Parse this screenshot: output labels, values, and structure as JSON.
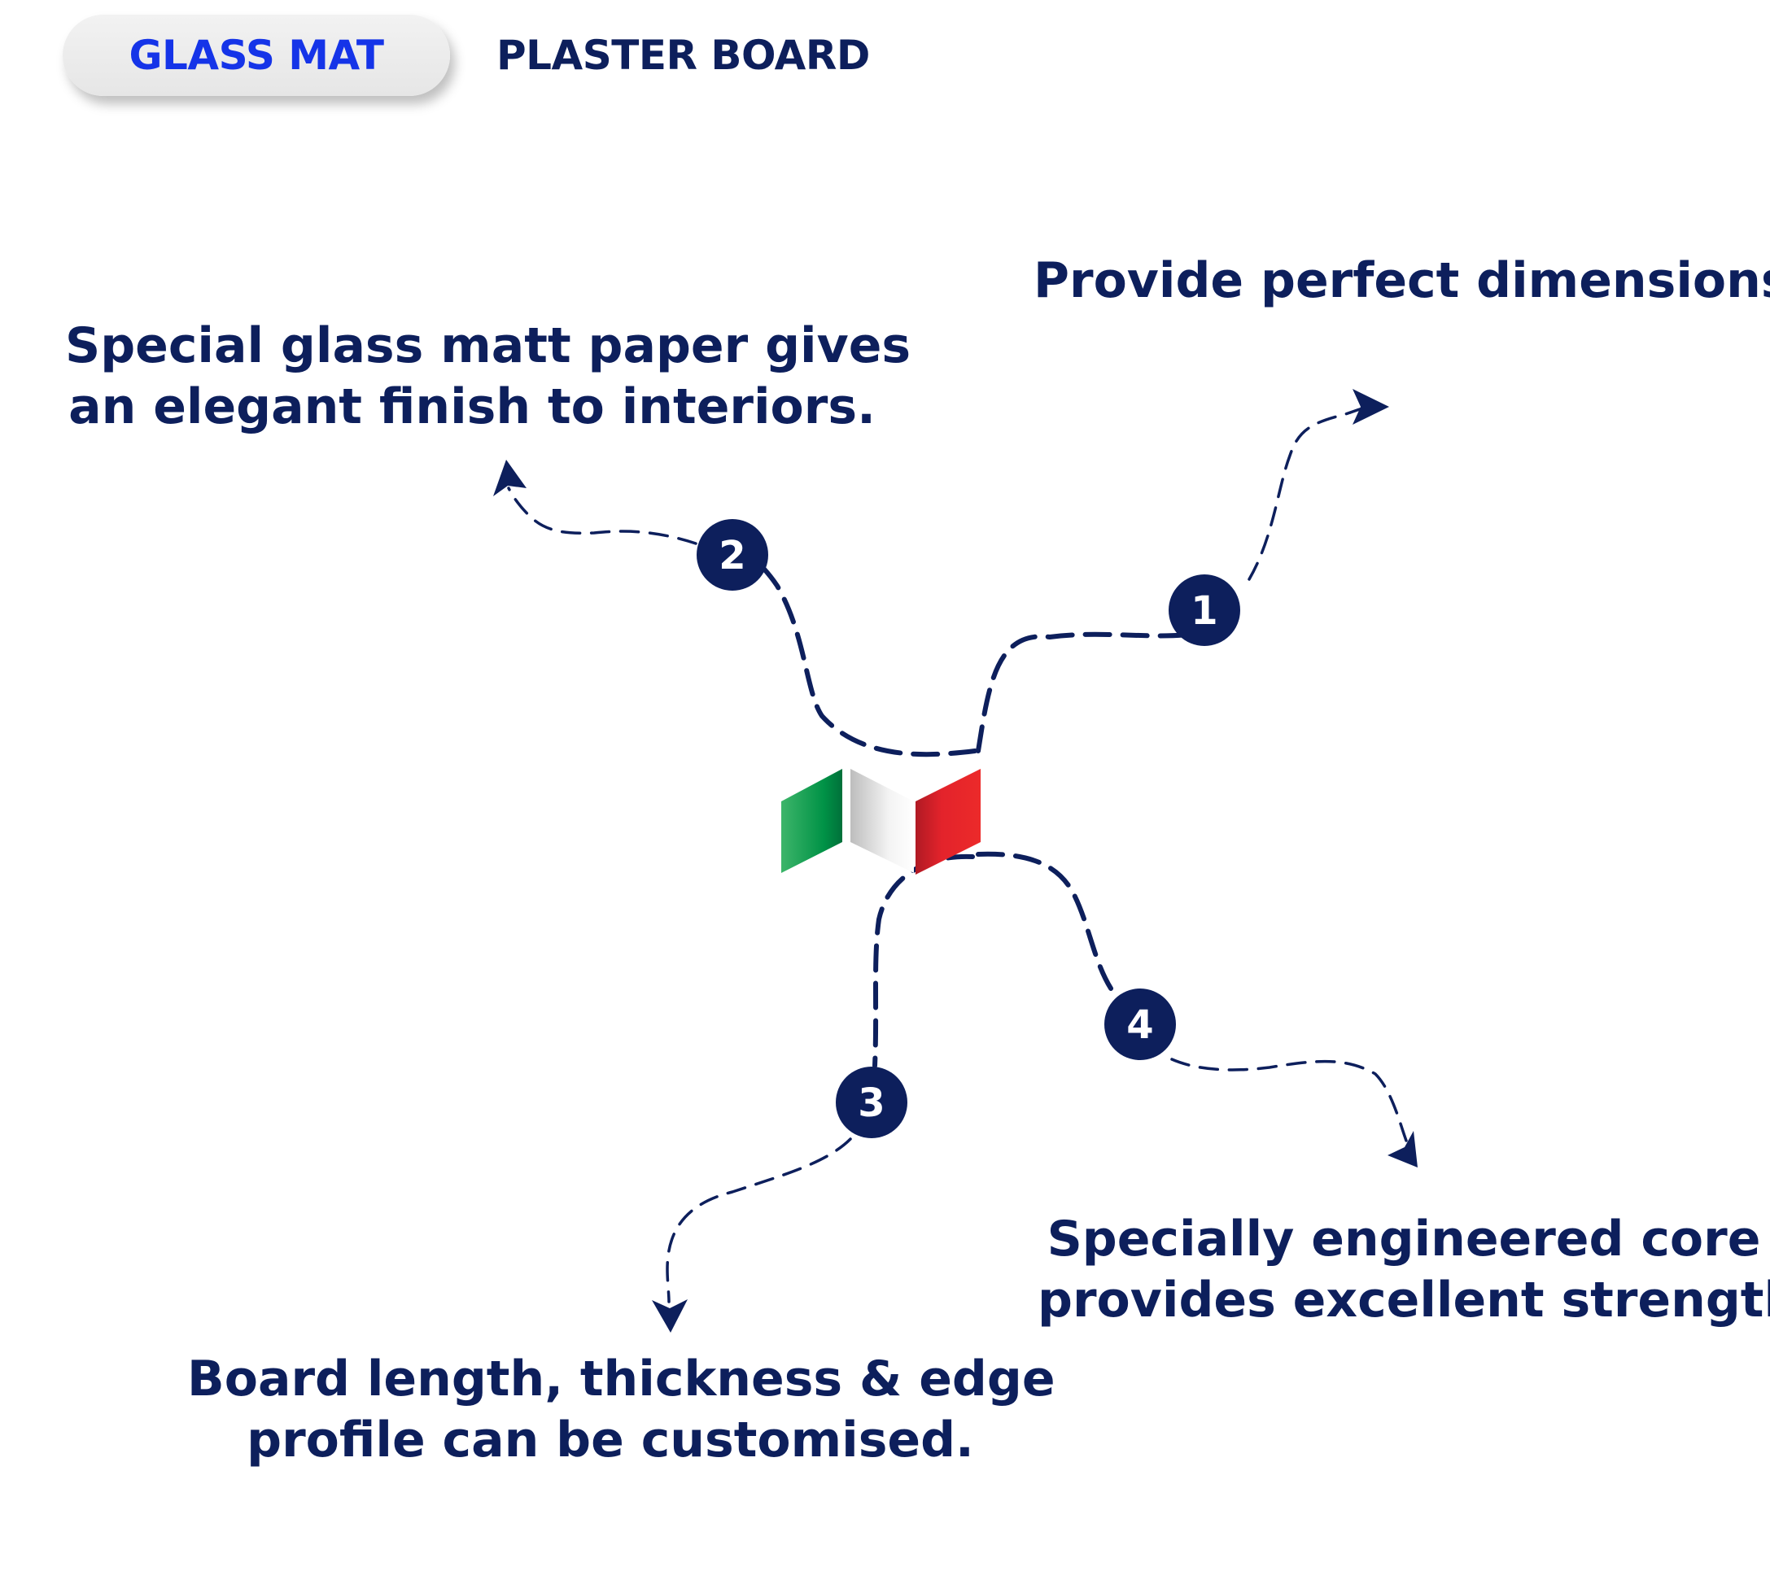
{
  "tabs": [
    {
      "label": "GLASS MAT",
      "active": true
    },
    {
      "label": "PLASTER BOARD",
      "active": false
    }
  ],
  "notes": {
    "n1": [
      "Provide perfect dimensions."
    ],
    "n2": [
      "Special glass matt paper gives",
      "an elegant finish to interiors."
    ],
    "n3": [
      "Board length, thickness & edge",
      "profile can be customised."
    ],
    "n4": [
      "Specially engineered core",
      "provides excellent strength."
    ]
  },
  "badges": {
    "b1": "1",
    "b2": "2",
    "b3": "3",
    "b4": "4"
  },
  "colors": {
    "navy": "#0d1f5c",
    "tab_active_text": "#1534e8",
    "flag_green": "#009246",
    "flag_white": "#f1f1f1",
    "flag_red": "#e3232b"
  },
  "icons": {
    "center": "italian-flag-icon"
  }
}
